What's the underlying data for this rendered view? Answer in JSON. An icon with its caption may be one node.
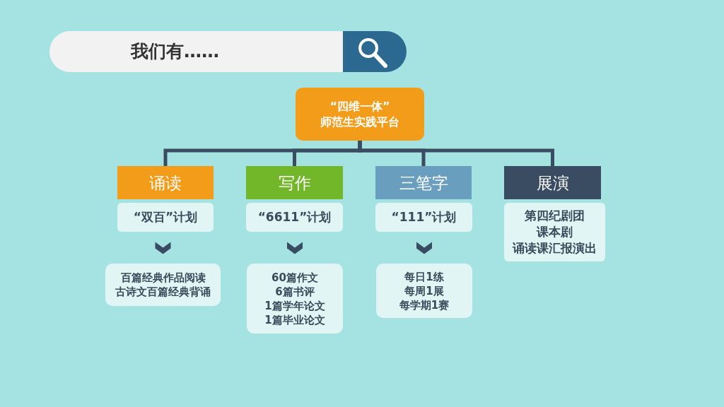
{
  "diagram": {
    "nodes": [
      {
        "text": [
          "我们有……"
        ]
      },
      {
        "text": [
          "“四维一体”",
          "师范生实践平台"
        ]
      },
      {
        "text": [
          "诵读"
        ]
      },
      {
        "text": [
          "写作"
        ]
      },
      {
        "text": [
          "三笔字"
        ]
      },
      {
        "text": [
          "展演"
        ]
      },
      {
        "text": [
          "“双百”计划"
        ]
      },
      {
        "text": [
          "“6611”计划"
        ]
      },
      {
        "text": [
          "“111”计划"
        ]
      },
      {
        "text": [
          "第四纪剧团",
          "课本剧",
          "诵读课汇报演出"
        ]
      },
      {
        "text": [
          "百篇经典作品阅读",
          "古诗文百篇经典背诵"
        ]
      },
      {
        "text": [
          "60篇作文",
          "6篇书评",
          "1篇学年论文",
          "1篇毕业论文"
        ]
      },
      {
        "text": [
          "每日1练",
          "每周1展",
          "每学期1赛"
        ]
      }
    ],
    "edges": [
      {
        "from": 1,
        "to": 2,
        "arrow": "none"
      },
      {
        "from": 1,
        "to": 3,
        "arrow": "none"
      },
      {
        "from": 1,
        "to": 4,
        "arrow": "none"
      },
      {
        "from": 1,
        "to": 5,
        "arrow": "none"
      },
      {
        "from": 6,
        "to": 10,
        "arrow": "to"
      },
      {
        "from": 7,
        "to": 11,
        "arrow": "to"
      },
      {
        "from": 8,
        "to": 12,
        "arrow": "to"
      }
    ]
  }
}
